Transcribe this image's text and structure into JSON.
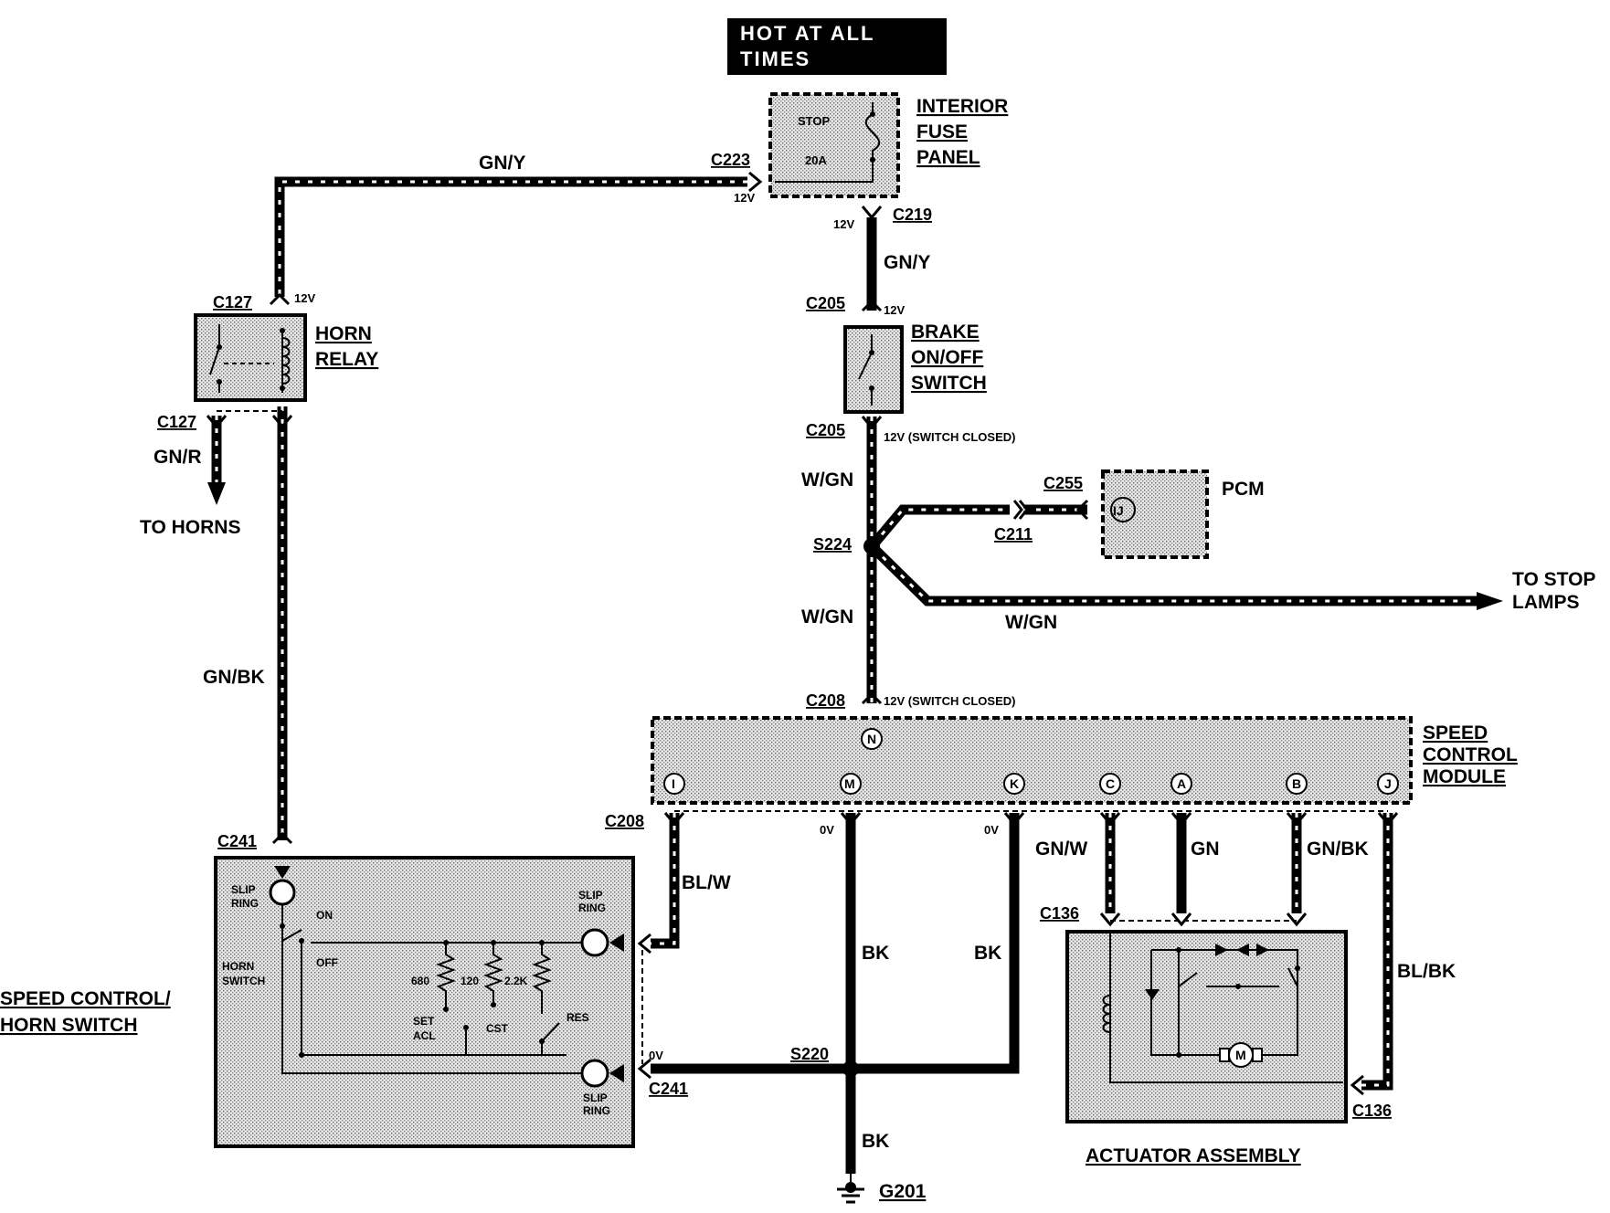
{
  "header": {
    "hot_line1": "HOT AT ALL",
    "hot_line2": "TIMES"
  },
  "components": {
    "fuse_panel": {
      "line1": "INTERIOR",
      "line2": "FUSE",
      "line3": "PANEL",
      "fuse_name": "STOP",
      "fuse_rating": "20A"
    },
    "horn_relay": {
      "line1": "HORN",
      "line2": "RELAY"
    },
    "brake_switch": {
      "line1": "BRAKE",
      "line2": "ON/OFF",
      "line3": "SWITCH"
    },
    "pcm": {
      "label": "PCM",
      "pin": "IJ"
    },
    "speed_module": {
      "line1": "SPEED",
      "line2": "CONTROL",
      "line3": "MODULE"
    },
    "speed_horn_switch": {
      "line1": "SPEED CONTROL/",
      "line2": "HORN SWITCH",
      "slip_a": "SLIP",
      "slip_b": "RING",
      "on": "ON",
      "off": "OFF",
      "horn_a": "HORN",
      "horn_b": "SWITCH",
      "r1": "680",
      "r2": "120",
      "r3": "2.2K",
      "set": "SET",
      "acl": "ACL",
      "cst": "CST",
      "res": "RES"
    },
    "actuator": {
      "label": "ACTUATOR ASSEMBLY",
      "motor": "M"
    },
    "ground": {
      "label": "G201"
    },
    "to_horns": "TO HORNS",
    "to_stop_line1": "TO STOP",
    "to_stop_line2": "LAMPS"
  },
  "connectors": {
    "c223": "C223",
    "c219": "C219",
    "c127": "C127",
    "c205": "C205",
    "c255": "C255",
    "c211": "C211",
    "s224": "S224",
    "c208": "C208",
    "c241": "C241",
    "s220": "S220",
    "c136": "C136"
  },
  "wires": {
    "gn_y": "GN/Y",
    "gn_r": "GN/R",
    "gn_bk": "GN/BK",
    "w_gn": "W/GN",
    "bl_w": "BL/W",
    "bk": "BK",
    "gn_w": "GN/W",
    "gn": "GN",
    "bl_bk": "BL/BK"
  },
  "voltages": {
    "v12": "12V",
    "v12_closed": "12V (SWITCH CLOSED)",
    "v0": "0V"
  },
  "module_pins": [
    "N",
    "I",
    "M",
    "K",
    "C",
    "A",
    "B",
    "J"
  ]
}
